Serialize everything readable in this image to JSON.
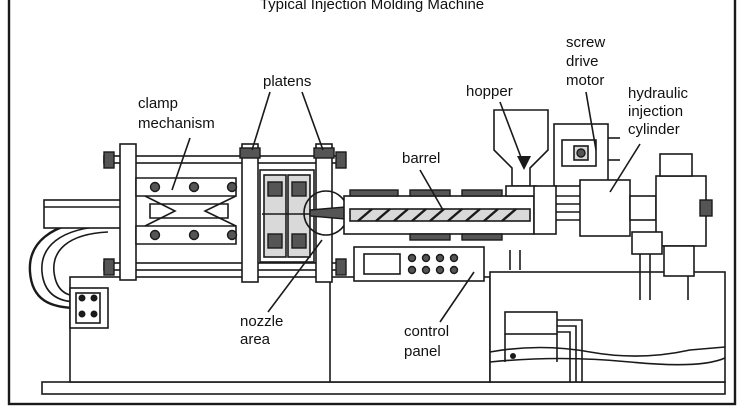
{
  "diagram": {
    "title": "Typical Injection Molding Machine",
    "labels": {
      "clamp_mechanism": [
        "clamp",
        "mechanism"
      ],
      "platens": "platens",
      "hopper": "hopper",
      "screw_drive_motor": [
        "screw",
        "drive",
        "motor"
      ],
      "hydraulic_injection_cylinder": [
        "hydraulic",
        "injection",
        "cylinder"
      ],
      "barrel": "barrel",
      "nozzle_area": [
        "nozzle",
        "area"
      ],
      "control_panel": [
        "control",
        "panel"
      ]
    }
  }
}
